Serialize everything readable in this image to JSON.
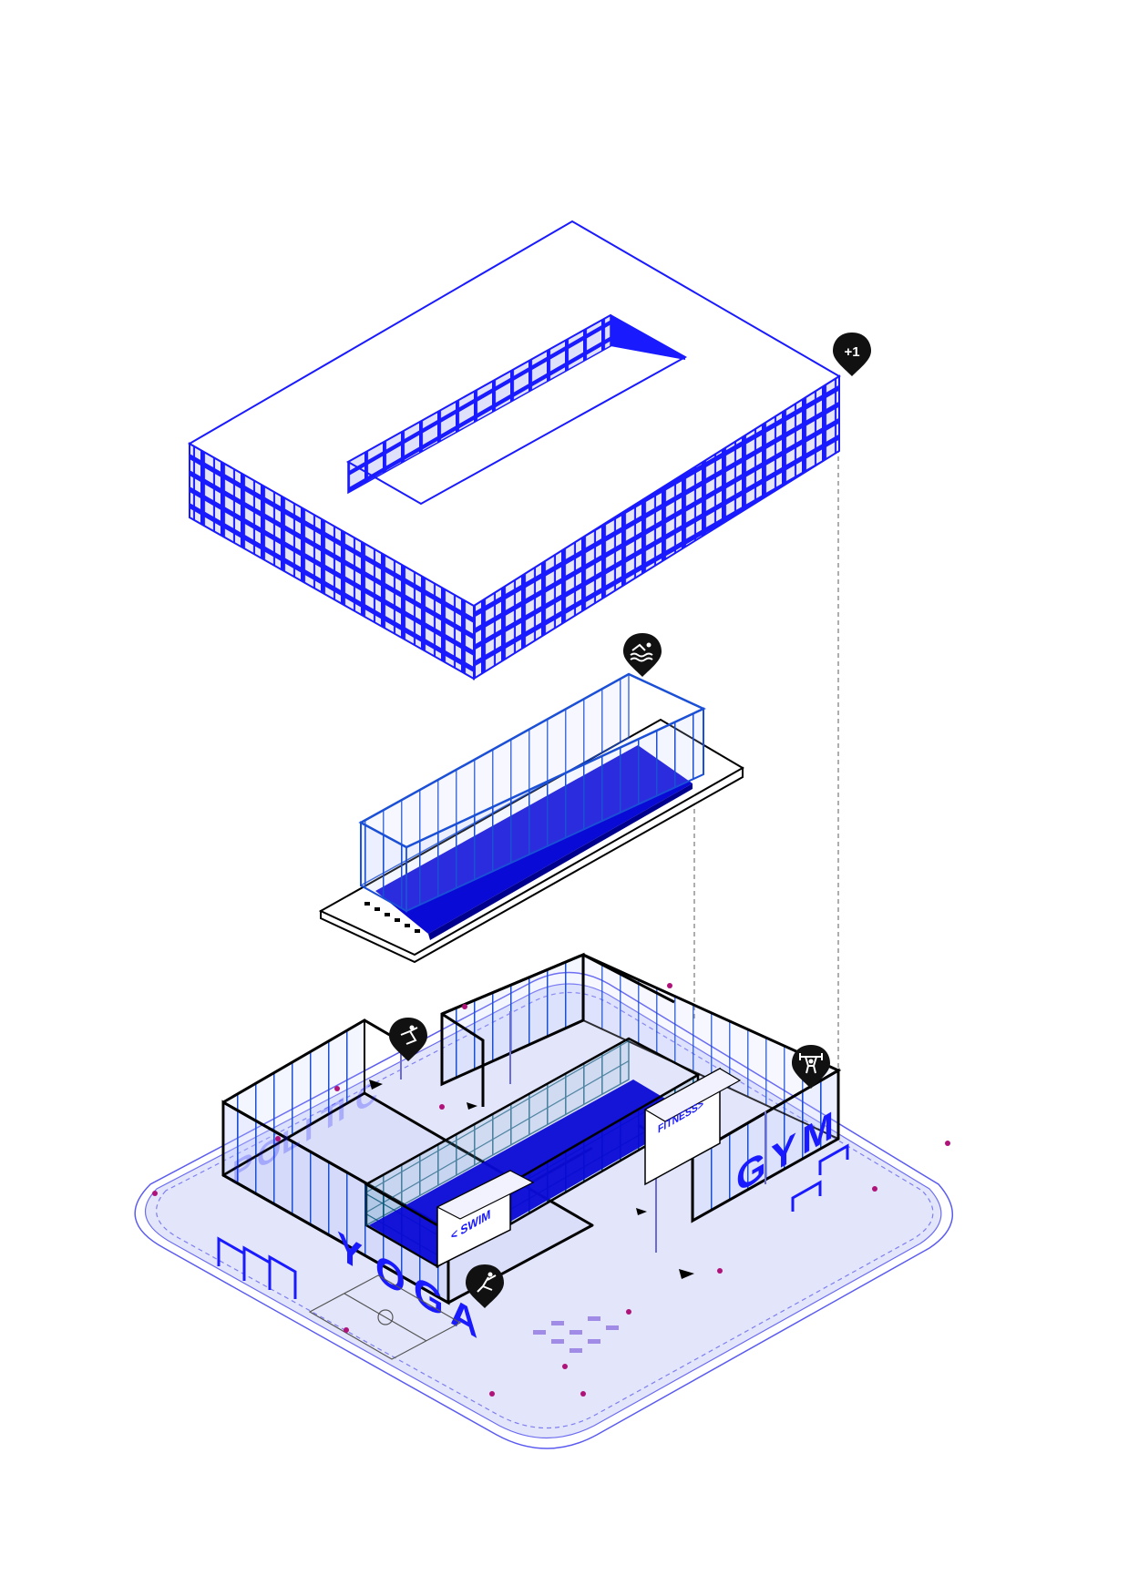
{
  "markers": {
    "upper_level": "+1",
    "pool": "swim-icon",
    "gym": "weightlifting-icon",
    "yoga_hall": "flexibility-icon",
    "sports_hall": "gymnastics-icon"
  },
  "signs": {
    "swim": "< SWIM",
    "fitness": "FITNESS>"
  },
  "wall_letters": {
    "gym": [
      "G",
      "Y",
      "M"
    ],
    "yoga": [
      "Y",
      "O",
      "G",
      "A"
    ],
    "faded": [
      "P",
      "O",
      "L",
      "I",
      "T",
      "I",
      "C"
    ]
  },
  "colors": {
    "accent_blue": "#1a1aff",
    "pool_blue": "#0a0ad6",
    "ground_tint": "#e3e6fb",
    "glass_teal": "#0f5a7a",
    "people_magenta": "#b0127a",
    "marker_black": "#111111"
  }
}
